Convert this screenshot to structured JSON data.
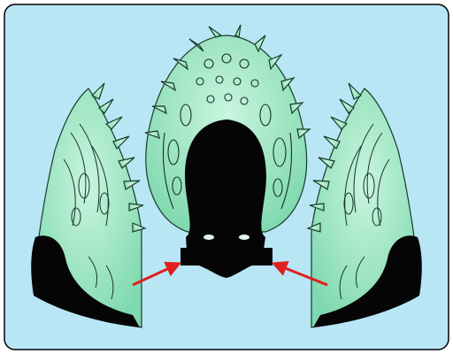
{
  "figure": {
    "colors": {
      "panel_background": "#b8e6f5",
      "panel_border": "#000000",
      "specimen_fill": "#9fe3c2",
      "specimen_shadow": "#050505",
      "arrow": "#e02020"
    },
    "arrows": [
      {
        "direction": "right",
        "target": "central-piece-left-notch"
      },
      {
        "direction": "left",
        "target": "central-piece-right-notch"
      }
    ]
  }
}
